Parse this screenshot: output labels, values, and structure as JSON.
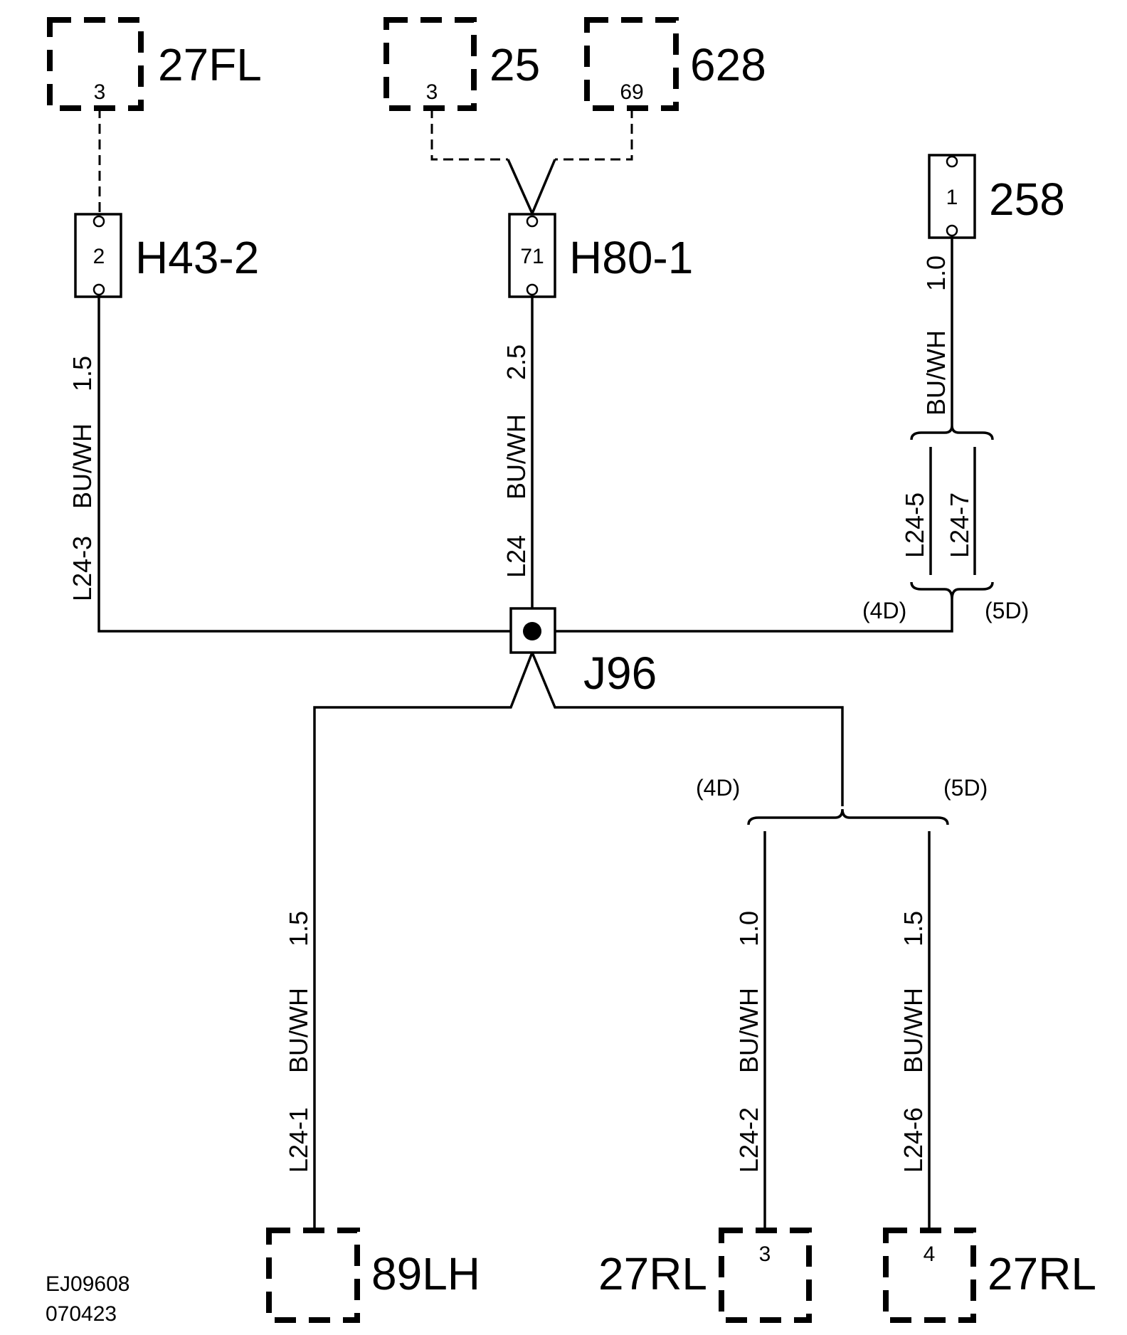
{
  "connectors": {
    "c27fl": {
      "name": "27FL",
      "pin": "3"
    },
    "c25": {
      "name": "25",
      "pin": "3"
    },
    "c628": {
      "name": "628",
      "pin": "69"
    },
    "c258": {
      "name": "258",
      "pin": "1"
    },
    "h43": {
      "name": "H43-2",
      "pin": "2"
    },
    "h80": {
      "name": "H80-1",
      "pin": "71"
    },
    "c89lh": {
      "name": "89LH"
    },
    "c27rl_a": {
      "name": "27RL",
      "pin": "3"
    },
    "c27rl_b": {
      "name": "27RL",
      "pin": "4"
    }
  },
  "splice": {
    "name": "J96"
  },
  "wires": {
    "w_l24_3": {
      "id": "L24-3",
      "color": "BU/WH",
      "size": "1.5"
    },
    "w_l24": {
      "id": "L24",
      "color": "BU/WH",
      "size": "2.5"
    },
    "w_258": {
      "color": "BU/WH",
      "size": "1.0"
    },
    "w_l24_5": {
      "id": "L24-5"
    },
    "w_l24_7": {
      "id": "L24-7"
    },
    "w_l24_1": {
      "id": "L24-1",
      "color": "BU/WH",
      "size": "1.5"
    },
    "w_l24_2": {
      "id": "L24-2",
      "color": "BU/WH",
      "size": "1.0"
    },
    "w_l24_6": {
      "id": "L24-6",
      "color": "BU/WH",
      "size": "1.5"
    }
  },
  "variants": {
    "top_4d": "(4D)",
    "top_5d": "(5D)",
    "bottom_4d": "(4D)",
    "bottom_5d": "(5D)"
  },
  "footer": {
    "code1": "EJ09608",
    "code2": "070423"
  }
}
